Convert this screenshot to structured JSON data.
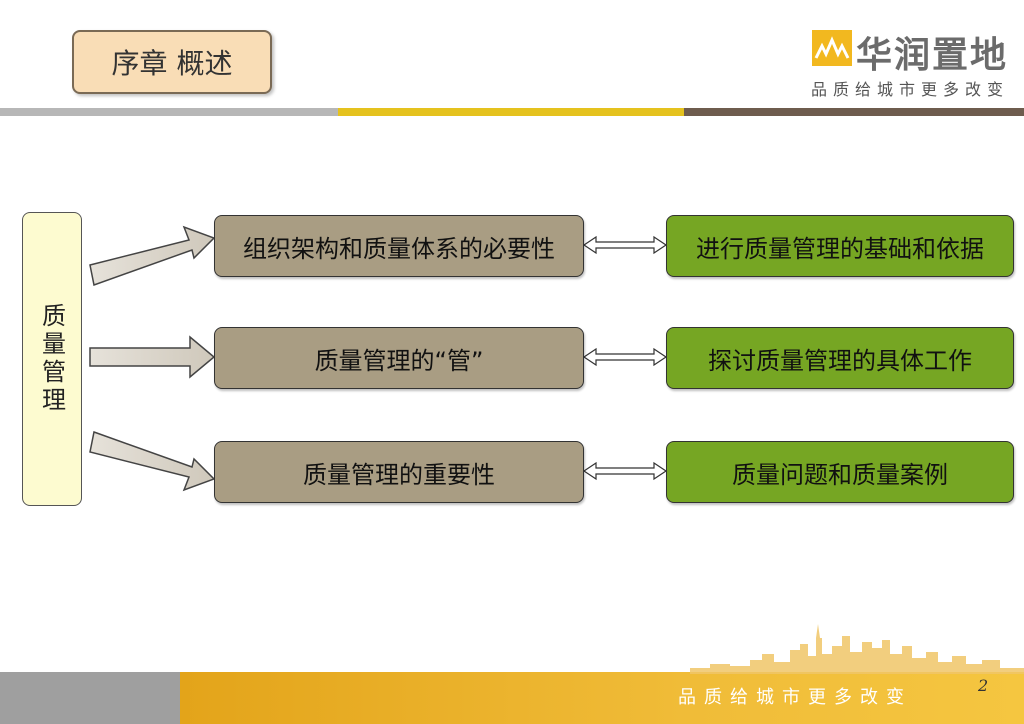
{
  "header": {
    "title": "序章 概述",
    "logo_text": "华润置地",
    "slogan": "品质给城市更多改变"
  },
  "side": {
    "label": "质量管理"
  },
  "rows": [
    {
      "middle": "组织架构和质量体系的必要性",
      "right": "进行质量管理的基础和依据"
    },
    {
      "middle": "质量管理的“管”",
      "right": "探讨质量管理的具体工作"
    },
    {
      "middle": "质量管理的重要性",
      "right": "质量问题和质量案例"
    }
  ],
  "footer": {
    "slogan": "品质给城市更多改变",
    "page_number": "2"
  },
  "colors": {
    "middle_box": "#a99d83",
    "right_box": "#76a623",
    "side_box": "#fdfbd0",
    "title_box": "#f9ddb6",
    "band_gray": "#b7b7b7",
    "band_gold": "#e5c21e",
    "band_brown": "#6e5c4e",
    "footer_gold": "#e3a41a"
  }
}
